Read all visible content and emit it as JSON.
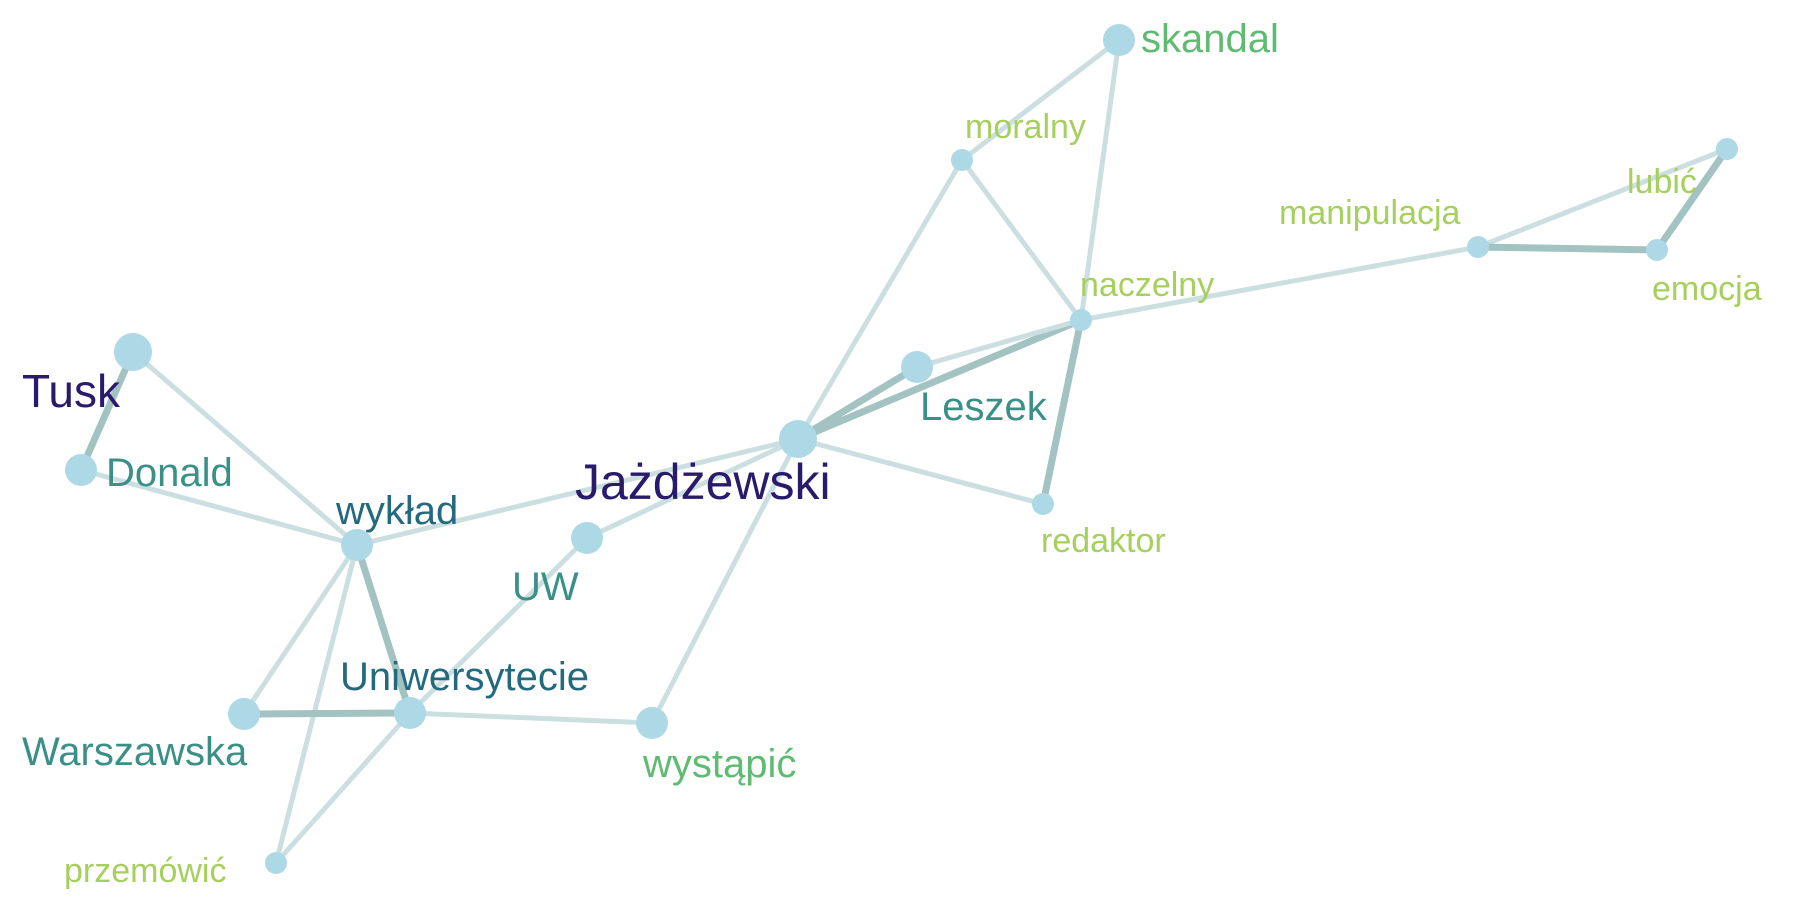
{
  "graph": {
    "nodes": [
      {
        "id": "tusk",
        "label": "Tusk",
        "color": "#2a1a6b",
        "size": "large"
      },
      {
        "id": "donald",
        "label": "Donald",
        "color": "#3a8f87",
        "size": "medium"
      },
      {
        "id": "wyklad",
        "label": "wykład",
        "color": "#23697f",
        "size": "medium"
      },
      {
        "id": "uw",
        "label": "UW",
        "color": "#3a8f87",
        "size": "medium"
      },
      {
        "id": "jazdzewski",
        "label": "Jażdżewski",
        "color": "#2a1a6b",
        "size": "large"
      },
      {
        "id": "uniwersytecie",
        "label": "Uniwersytecie",
        "color": "#23697f",
        "size": "medium"
      },
      {
        "id": "warszawska",
        "label": "Warszawska",
        "color": "#3a8f87",
        "size": "medium"
      },
      {
        "id": "przemowic",
        "label": "przemówić",
        "color": "#a6d05e",
        "size": "small"
      },
      {
        "id": "wystapic",
        "label": "wystąpić",
        "color": "#5fbb71",
        "size": "medium"
      },
      {
        "id": "leszek",
        "label": "Leszek",
        "color": "#3a8f87",
        "size": "medium"
      },
      {
        "id": "redaktor",
        "label": "redaktor",
        "color": "#a6d05e",
        "size": "small"
      },
      {
        "id": "naczelny",
        "label": "naczelny",
        "color": "#a6d05e",
        "size": "small"
      },
      {
        "id": "moralny",
        "label": "moralny",
        "color": "#a6d05e",
        "size": "small"
      },
      {
        "id": "skandal",
        "label": "skandal",
        "color": "#5fbb71",
        "size": "medium"
      },
      {
        "id": "manipulacja",
        "label": "manipulacja",
        "color": "#a6d05e",
        "size": "small"
      },
      {
        "id": "lubic",
        "label": "lubić",
        "color": "#a6d05e",
        "size": "small"
      },
      {
        "id": "emocja",
        "label": "emocja",
        "color": "#a6d05e",
        "size": "small"
      }
    ],
    "edges": [
      {
        "source": "tusk",
        "target": "donald",
        "strength": "strong"
      },
      {
        "source": "tusk",
        "target": "wyklad",
        "strength": "weak"
      },
      {
        "source": "donald",
        "target": "wyklad",
        "strength": "weak"
      },
      {
        "source": "wyklad",
        "target": "jazdzewski",
        "strength": "weak"
      },
      {
        "source": "wyklad",
        "target": "uniwersytecie",
        "strength": "strong"
      },
      {
        "source": "wyklad",
        "target": "warszawska",
        "strength": "weak"
      },
      {
        "source": "wyklad",
        "target": "przemowic",
        "strength": "weak"
      },
      {
        "source": "warszawska",
        "target": "uniwersytecie",
        "strength": "strong"
      },
      {
        "source": "uniwersytecie",
        "target": "przemowic",
        "strength": "weak"
      },
      {
        "source": "uniwersytecie",
        "target": "uw",
        "strength": "weak"
      },
      {
        "source": "uniwersytecie",
        "target": "wystapic",
        "strength": "weak"
      },
      {
        "source": "uw",
        "target": "jazdzewski",
        "strength": "weak"
      },
      {
        "source": "jazdzewski",
        "target": "wystapic",
        "strength": "weak"
      },
      {
        "source": "jazdzewski",
        "target": "leszek",
        "strength": "strong"
      },
      {
        "source": "jazdzewski",
        "target": "naczelny",
        "strength": "strong"
      },
      {
        "source": "jazdzewski",
        "target": "redaktor",
        "strength": "weak"
      },
      {
        "source": "jazdzewski",
        "target": "moralny",
        "strength": "weak"
      },
      {
        "source": "leszek",
        "target": "naczelny",
        "strength": "weak"
      },
      {
        "source": "naczelny",
        "target": "redaktor",
        "strength": "strong"
      },
      {
        "source": "naczelny",
        "target": "moralny",
        "strength": "weak"
      },
      {
        "source": "naczelny",
        "target": "skandal",
        "strength": "weak"
      },
      {
        "source": "moralny",
        "target": "skandal",
        "strength": "weak"
      },
      {
        "source": "naczelny",
        "target": "manipulacja",
        "strength": "weak"
      },
      {
        "source": "manipulacja",
        "target": "lubic",
        "strength": "weak"
      },
      {
        "source": "manipulacja",
        "target": "emocja",
        "strength": "strong"
      },
      {
        "source": "lubic",
        "target": "emocja",
        "strength": "strong"
      }
    ],
    "colors": {
      "node_fill": "#add8e6",
      "edge_weak": "#ccdfe0",
      "edge_strong": "#a3c2c2"
    }
  }
}
